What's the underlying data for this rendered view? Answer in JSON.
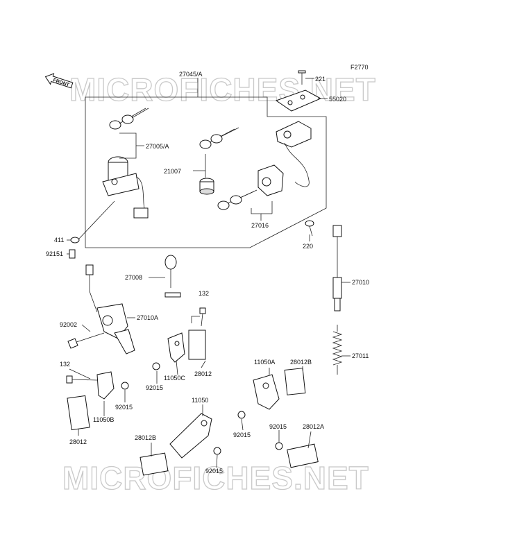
{
  "figure_code": "F2770",
  "front_marker": "FRONT",
  "watermark": "MICROFICHES.NET",
  "labels": {
    "p27045A": "27045/A",
    "p221": "221",
    "p55020": "55020",
    "p27005A": "27005/A",
    "p21007": "21007",
    "p27016": "27016",
    "p411": "411",
    "p220": "220",
    "p92151": "92151",
    "p27008": "27008",
    "p27010": "27010",
    "p132a": "132",
    "p27010A": "27010A",
    "p92002": "92002",
    "p28012a": "28012",
    "p11050C": "11050C",
    "p92015a": "92015",
    "p11050A": "11050A",
    "p28012B": "28012B",
    "p27011": "27011",
    "p132b": "132",
    "p92015b": "92015",
    "p11050B": "11050B",
    "p28012b": "28012",
    "p11050": "11050",
    "p92015c": "92015",
    "p28012B2": "28012B",
    "p92015d": "92015",
    "p92015e": "92015",
    "p28012A": "28012A"
  }
}
